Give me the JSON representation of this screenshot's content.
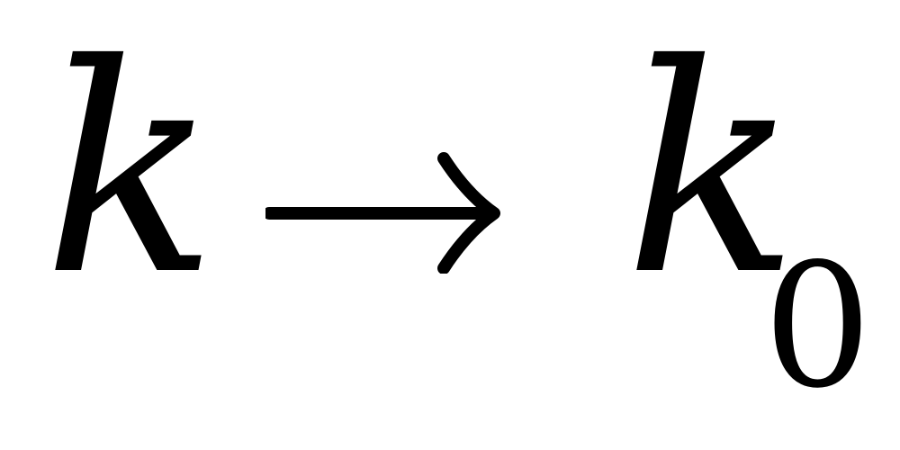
{
  "formula": {
    "left_symbol": "k",
    "arrow_symbol": "→",
    "right_symbol": "k",
    "right_subscript": "0"
  }
}
